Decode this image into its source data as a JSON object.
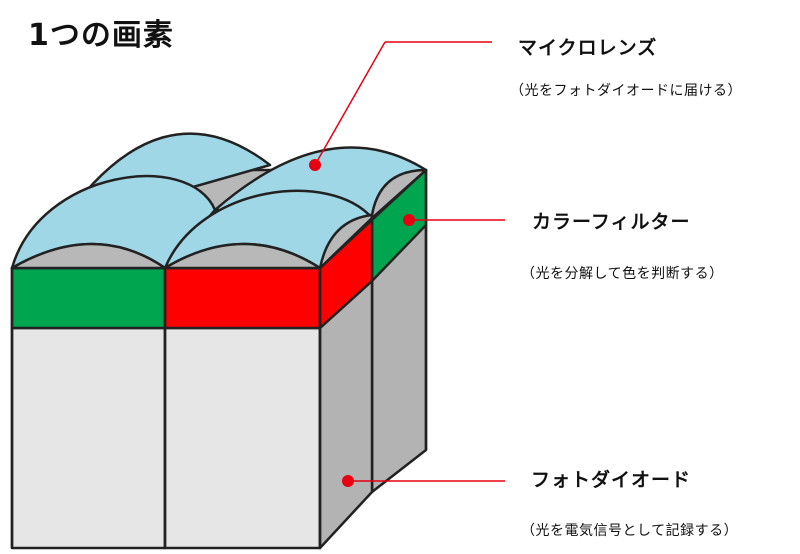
{
  "title": "1つの画素",
  "layers": [
    {
      "label": "マイクロレンズ",
      "note": "（光をフォトダイオードに届ける）",
      "color": "#9fd7e6"
    },
    {
      "label": "カラーフィルター",
      "note": "（光を分解して色を判断する）",
      "colors": {
        "green": "#00a54f",
        "red": "#ff0000"
      }
    },
    {
      "label": "フォトダイオード",
      "note": "（光を電気信号として記録する）",
      "color": "#e6e6e6"
    }
  ],
  "pointer_color": "#e60012"
}
